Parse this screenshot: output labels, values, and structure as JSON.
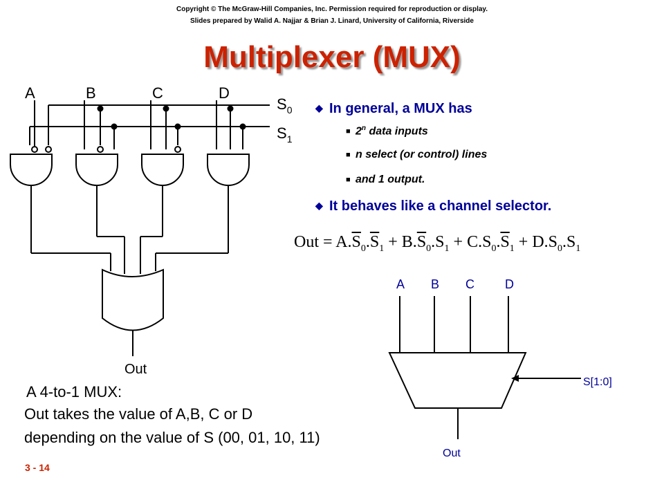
{
  "header": {
    "copyright": "Copyright © The McGraw-Hill Companies, Inc. Permission required for reproduction or display.",
    "credits": "Slides prepared by Walid A. Najjar & Brian J. Linard, University of California, Riverside",
    "title": "Multiplexer (MUX)"
  },
  "gate_diagram": {
    "inputs": [
      "A",
      "B",
      "C",
      "D"
    ],
    "select0": "S",
    "select0_sub": "0",
    "select1": "S",
    "select1_sub": "1",
    "output": "Out"
  },
  "bullets": {
    "intro": "In general, a MUX has",
    "sub1_pre": "2",
    "sub1_sup": "n",
    "sub1_post": " data inputs",
    "sub2": "n select (or control) lines",
    "sub3": "and 1 output.",
    "second": "It behaves like a channel selector."
  },
  "equation": {
    "lhs": "Out = A.",
    "s": "S",
    "sub0": "0",
    "sub1": "1",
    "dot": ".",
    "plus_b": " + B.",
    "plus_c": " + C.",
    "plus_d": " + D."
  },
  "block_symbol": {
    "inputs": [
      "A",
      "B",
      "C",
      "D"
    ],
    "select": "S[1:0]",
    "output": "Out"
  },
  "caption": {
    "line1": "A 4-to-1 MUX:",
    "line2": "Out takes the value of A,B, C or D",
    "line3": "depending on the value of S (00, 01, 10, 11)"
  },
  "footer": {
    "slide_number": "3 - 14"
  },
  "colors": {
    "title": "#cc2200",
    "bullets": "#000099",
    "footer": "#cc2200"
  }
}
